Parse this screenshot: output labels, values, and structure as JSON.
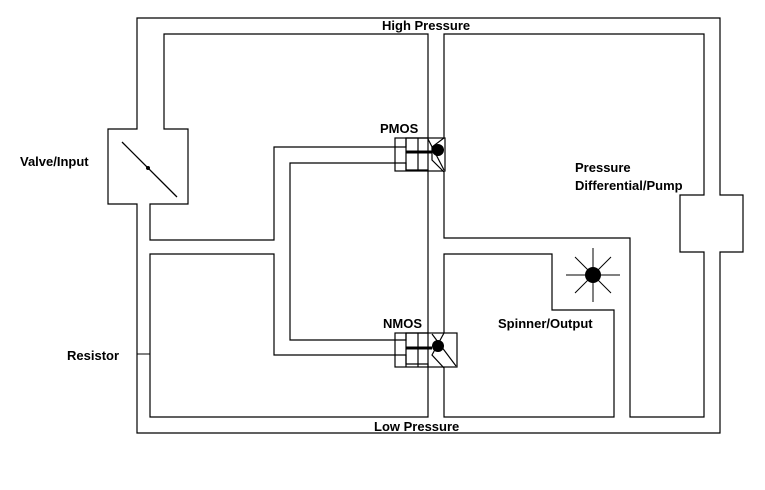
{
  "labels": {
    "high_pressure": "High Pressure",
    "low_pressure": "Low Pressure",
    "pmos": "PMOS",
    "nmos": "NMOS",
    "valve_input": "Valve/Input",
    "resistor": "Resistor",
    "pump_line1": "Pressure",
    "pump_line2": "Differential/Pump",
    "spinner_output": "Spinner/Output"
  },
  "colors": {
    "line": "#000000",
    "background": "#ffffff"
  }
}
